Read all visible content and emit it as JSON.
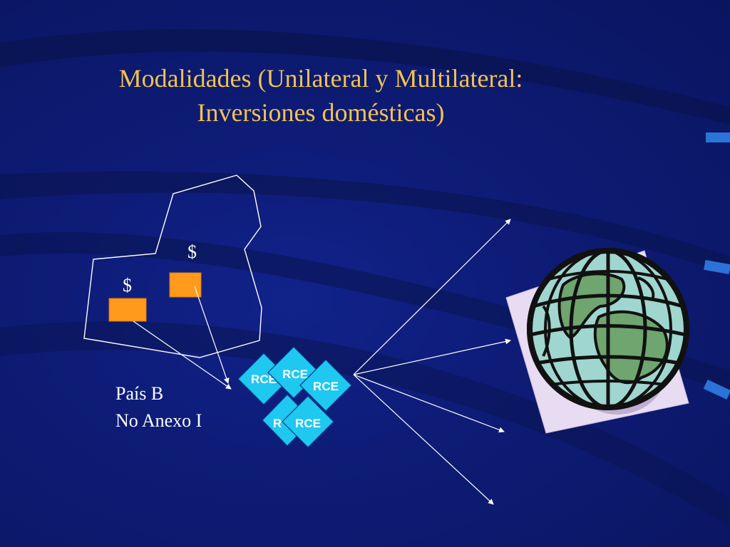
{
  "title": {
    "line1": "Modalidades (Unilateral y Multilateral:",
    "line2": "Inversiones domésticas)"
  },
  "country": {
    "line1": "País B",
    "line2": "No Anexo I"
  },
  "dollar_labels": [
    "$",
    "$"
  ],
  "rce_labels": [
    "RCE",
    "RCE",
    "RCE",
    "R",
    "RCE"
  ],
  "colors": {
    "background": "#0c1a6b",
    "title": "#f2c24f",
    "project_box": "#ff9a1c",
    "rce_diamond": "#1ec8f0",
    "globe_backdrop": "#e8dcf2",
    "globe_ocean": "#9fd6cf",
    "globe_land": "#6fa56f"
  },
  "icons": [
    "globe-icon"
  ]
}
